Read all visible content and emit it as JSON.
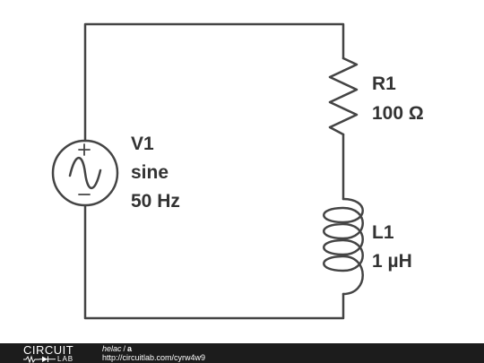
{
  "components": {
    "source": {
      "name": "V1",
      "type": "sine",
      "frequency": "50 Hz"
    },
    "resistor": {
      "name": "R1",
      "value": "100 Ω"
    },
    "inductor": {
      "name": "L1",
      "value": "1 µH"
    }
  },
  "footer": {
    "logo_top": "CIRCUIT",
    "logo_bottom": "LAB",
    "user": "helac",
    "separator": "/",
    "project": "a",
    "url": "http://circuitlab.com/cyrw4w9"
  },
  "colors": {
    "wire": "#444444",
    "label": "#333333",
    "footer_bg": "#1c1c1c"
  }
}
